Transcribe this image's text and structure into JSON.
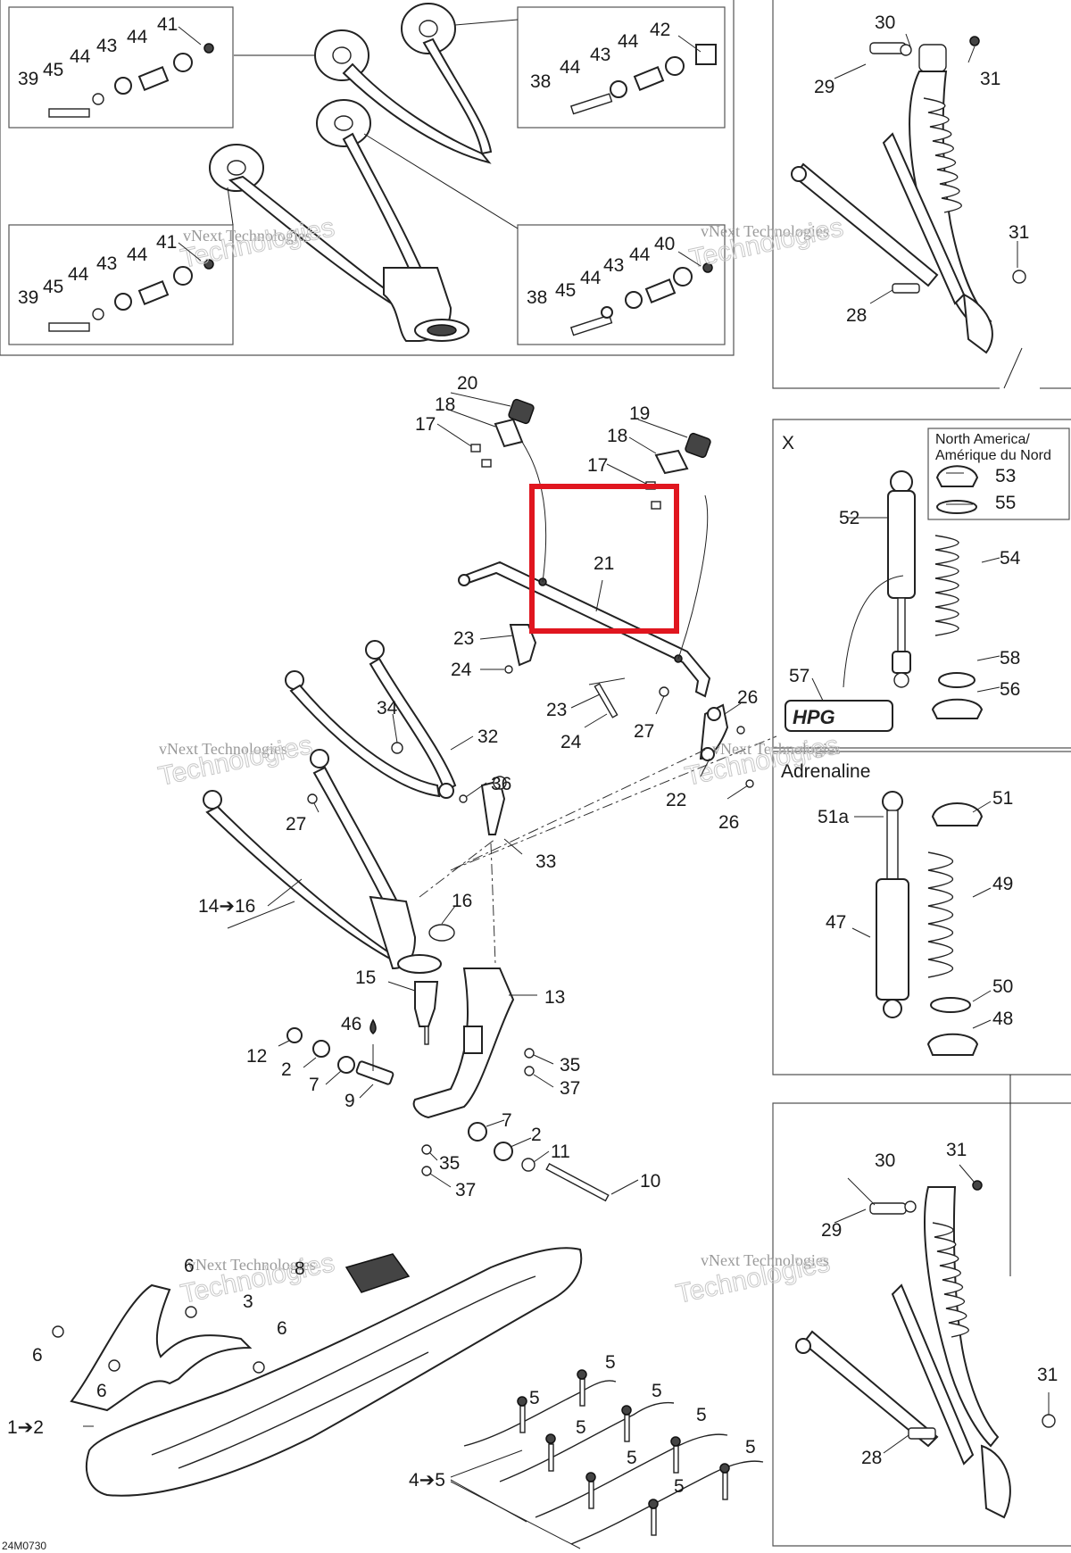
{
  "diagram": {
    "highlight_label": "21",
    "drawing_code": "24M0730",
    "kit_box": {
      "letter": "X",
      "region_line1": "North America/",
      "region_line2": "Amérique du Nord",
      "brand_logo": "HPG"
    },
    "adrenaline_label": "Adrenaline",
    "watermark_line1": "vNext Technologies",
    "watermark_line2": "Technologies",
    "labels": {
      "l1_2": "1➔2",
      "l2a": "2",
      "l2b": "2",
      "l3": "3",
      "l4_5": "4➔5",
      "l5a": "5",
      "l5b": "5",
      "l5c": "5",
      "l5d": "5",
      "l5e": "5",
      "l5f": "5",
      "l5g": "5",
      "l5h": "5",
      "l6a": "6",
      "l6b": "6",
      "l6c": "6",
      "l6d": "6",
      "l7a": "7",
      "l7b": "7",
      "l8": "8",
      "l9": "9",
      "l10": "10",
      "l11": "11",
      "l12": "12",
      "l13": "13",
      "l14_16": "14➔16",
      "l15": "15",
      "l16": "16",
      "l17a": "17",
      "l17b": "17",
      "l18a": "18",
      "l18b": "18",
      "l19": "19",
      "l20": "20",
      "l21": "21",
      "l22": "22",
      "l23a": "23",
      "l23b": "23",
      "l24a": "24",
      "l24b": "24",
      "l26a": "26",
      "l26b": "26",
      "l27a": "27",
      "l27b": "27",
      "l28a": "28",
      "l28b": "28",
      "l29a": "29",
      "l29b": "29",
      "l30a": "30",
      "l30b": "30",
      "l31a": "31",
      "l31b": "31",
      "l31c": "31",
      "l31d": "31",
      "l32": "32",
      "l33": "33",
      "l34": "34",
      "l35a": "35",
      "l35b": "35",
      "l36": "36",
      "l37a": "37",
      "l37b": "37",
      "l38a": "38",
      "l38b": "38",
      "l39a": "39",
      "l39b": "39",
      "l40": "40",
      "l41a": "41",
      "l41b": "41",
      "l42": "42",
      "l43a": "43",
      "l43b": "43",
      "l43c": "43",
      "l43d": "43",
      "l44a": "44",
      "l44b": "44",
      "l44c": "44",
      "l44d": "44",
      "l44e": "44",
      "l44f": "44",
      "l44g": "44",
      "l44h": "44",
      "l45a": "45",
      "l45b": "45",
      "l45c": "45",
      "l46": "46",
      "l47": "47",
      "l48": "48",
      "l49": "49",
      "l50": "50",
      "l51": "51",
      "l51a": "51a",
      "l52": "52",
      "l53": "53",
      "l54": "54",
      "l55": "55",
      "l56": "56",
      "l57": "57",
      "l58": "58"
    }
  }
}
